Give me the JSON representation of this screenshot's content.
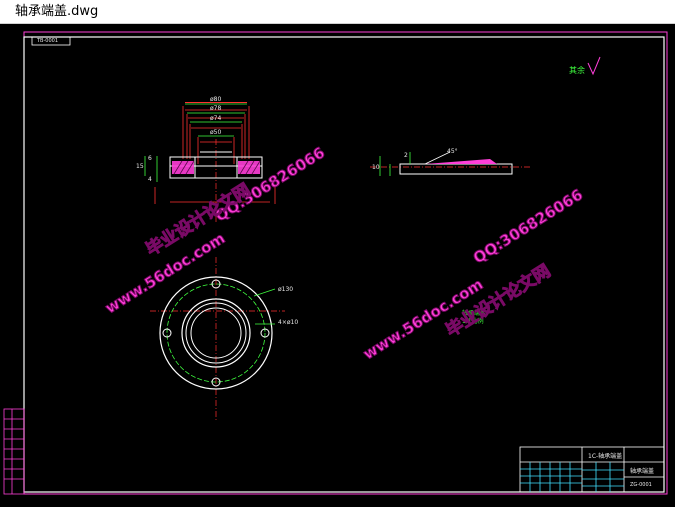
{
  "window": {
    "title": "轴承端盖.dwg"
  },
  "drawing": {
    "frame_tag": "TB-0001",
    "roughness_note": "其余",
    "dimensions": {
      "d80": "ø80",
      "d78": "ø78",
      "d74": "ø74",
      "d50": "ø50",
      "d130": "ø130",
      "holes": "4×ø10",
      "section_2": "2",
      "section_45": "45°",
      "h10": "10",
      "h15": "15",
      "h6": "6",
      "h4": "4"
    },
    "center_labels": [
      "轴承端盖",
      "1:1比例"
    ],
    "title_block": {
      "header": "1C-轴承端盖",
      "part_name": "轴承端盖",
      "drawing_no": "ZG-0001"
    }
  },
  "watermarks": {
    "url": "www.56doc.com",
    "qq": "QQ:306826066",
    "cn": "毕业设计论文网"
  },
  "colors": {
    "frame": "#ff3fd9",
    "outline": "#ffffff",
    "centerline": "#ff3030",
    "dimension": "#3fff3f",
    "hatch": "#ff3fd9",
    "cyan": "#40e0ff"
  }
}
